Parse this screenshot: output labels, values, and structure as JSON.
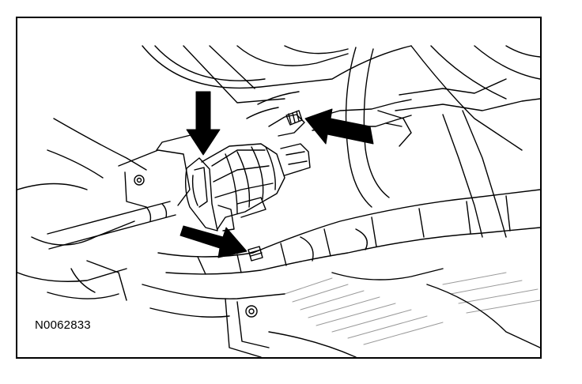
{
  "figure": {
    "reference_code": "N0062833",
    "colors": {
      "ink": "#000000",
      "paper": "#ffffff",
      "hatch": "#9a9a9a"
    },
    "callout_arrows": [
      {
        "name": "arrow-down-connector",
        "direction": "down"
      },
      {
        "name": "arrow-left-upper-fastener",
        "direction": "left"
      },
      {
        "name": "arrow-right-lower-fastener",
        "direction": "right"
      }
    ]
  }
}
